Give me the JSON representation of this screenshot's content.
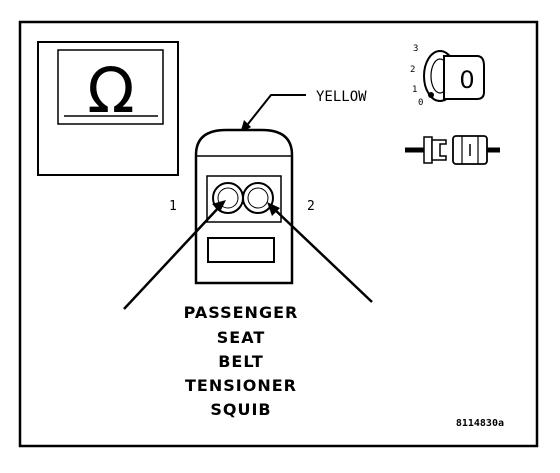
{
  "connector": {
    "color_callout": "YELLOW",
    "pin_labels": [
      "1",
      "2"
    ],
    "title_lines": [
      "PASSENGER",
      "SEAT",
      "BELT",
      "TENSIONER",
      "SQUIB"
    ]
  },
  "ignition_switch": {
    "positions": [
      "3",
      "2",
      "1",
      "0"
    ],
    "key_label": "0"
  },
  "meter_symbol": "Ω",
  "figure_id": "8114830a"
}
